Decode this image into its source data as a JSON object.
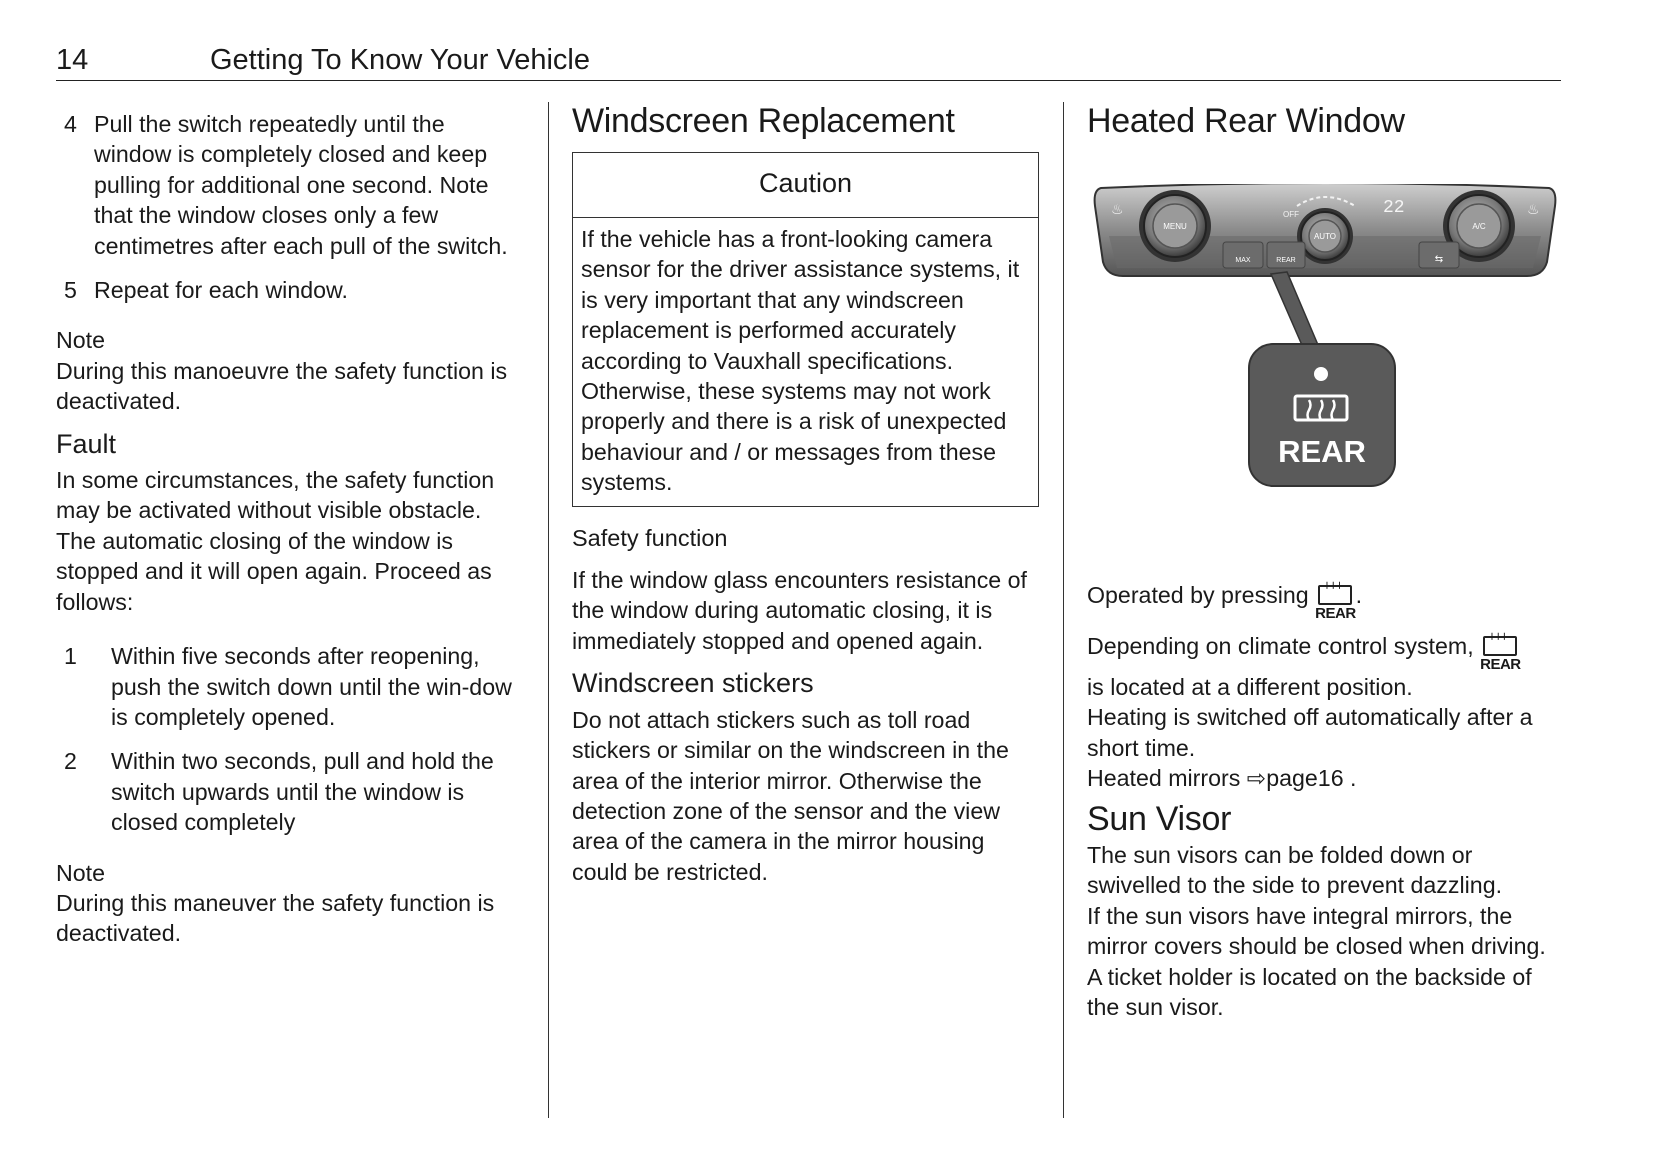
{
  "header": {
    "page_number": "14",
    "chapter": "Getting To Know Your Vehicle"
  },
  "col1": {
    "step4_num": "4",
    "step4_text": "Pull the switch repeatedly until the window is completely closed and keep pulling for additional one second. Note that the window closes only a few centimetres after each pull of the switch.",
    "step5_num": "5",
    "step5_text": "Repeat for each window.",
    "note1_label": "Note",
    "note1_text": "During this manoeuvre the safety function is deactivated.",
    "fault_heading": "Fault",
    "fault_text": "In some circumstances, the safety function may be activated without visible obstacle. The automatic closing of the window is stopped and it will open again. Proceed as follows:",
    "f1_num": "1",
    "f1_text": "Within five seconds after reopening, push the switch down until the win-dow is completely opened.",
    "f2_num": "2",
    "f2_text": "Within two seconds, pull and hold the switch upwards until the window is closed completely",
    "note2_label": "Note",
    "note2_text": "During this maneuver the safety function is deactivated."
  },
  "col2": {
    "heading": "Windscreen Replacement",
    "caution_title": "Caution",
    "caution_text": "If the vehicle has a front-looking camera sensor for the driver assistance systems, it is very important that any windscreen replacement is performed accurately according to Vauxhall specifications. Otherwise, these systems may not work properly and there is a risk of unexpected behaviour and / or messages from these systems.",
    "safety_heading": "Safety function",
    "safety_text": "If the window glass encounters resistance of the window during automatic closing, it is immediately stopped and opened again.",
    "stickers_heading": "Windscreen stickers",
    "stickers_text": "Do not attach stickers such as toll road stickers or similar on the windscreen in the area of the interior mirror. Otherwise the detection zone of the sensor and the view area of the camera in the mirror housing could be restricted."
  },
  "col3": {
    "heading": "Heated Rear Window",
    "panel": {
      "menu": "MENU",
      "off": "OFF",
      "auto": "AUTO",
      "temp": "22",
      "ac": "A/C",
      "max": "MAX",
      "rear_small": "REAR",
      "rear_callout": "REAR"
    },
    "rear_symbol_label": "REAR",
    "operated_text": "Operated by pressing",
    "operated_end": ".",
    "depending_text": "Depending on climate control system,",
    "position_text": "is located at a different position.",
    "heating_text": "Heating is switched off automatically after a short time.",
    "mirrors_text": "Heated mirrors",
    "mirrors_ref": "⇨page16 .",
    "sun_heading": "Sun Visor",
    "sun_text1": "The sun visors can be folded down or swivelled to the side to prevent dazzling.",
    "sun_text2": "If the sun visors have integral mirrors, the mirror covers should be closed when driving.",
    "sun_text3": "A ticket holder is located on the backside of the sun visor."
  }
}
